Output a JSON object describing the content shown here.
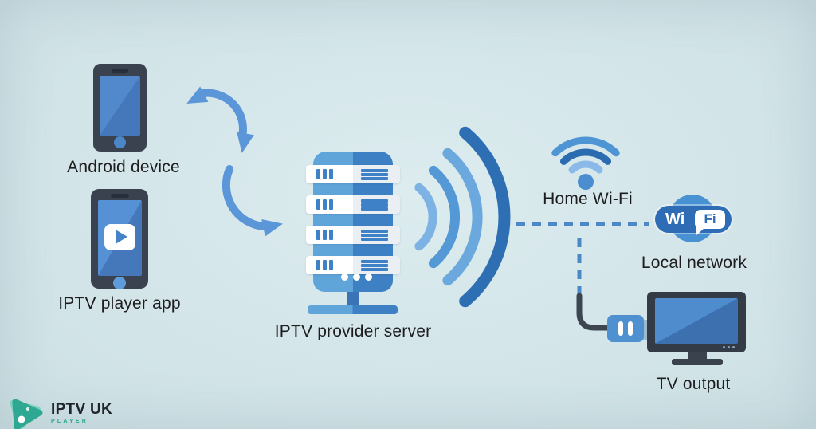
{
  "canvas": {
    "bg": "#d3e5e9"
  },
  "nodes": [
    {
      "id": "android-device",
      "label": "Android device"
    },
    {
      "id": "iptv-player-app",
      "label": "IPTV player app"
    },
    {
      "id": "iptv-provider-server",
      "label": "IPTV provider server"
    },
    {
      "id": "home-wifi",
      "label": "Home Wi-Fi"
    },
    {
      "id": "local-network",
      "label": "Local network"
    },
    {
      "id": "tv-output",
      "label": "TV output"
    }
  ],
  "wifi_badge": {
    "wi": "Wi",
    "fi": "Fi"
  },
  "logo": {
    "title": "IPTV UK",
    "subtitle": "PLAYER"
  },
  "connections": [
    {
      "from": "android-device / iptv-player-app",
      "to": "iptv-provider-server",
      "style": "curved double arrows"
    },
    {
      "from": "iptv-provider-server",
      "to": "home-wifi",
      "style": "wireless signal arcs then dashed line"
    },
    {
      "from": "home-wifi",
      "to": "local-network",
      "style": "dashed line to Wi-Fi badge"
    },
    {
      "from": "home-wifi",
      "to": "tv-output",
      "style": "dashed line into cable connector"
    }
  ],
  "colors": {
    "arrow": "#5b97d8",
    "dash": "#4a88c8",
    "cable": "#3d4550",
    "signal": [
      "#7db2e4",
      "#5498d6",
      "#6ba8de",
      "#2e6fb4"
    ],
    "wifi_inner": "#8cbae8",
    "wifi_middle": "#2b6cb0",
    "wifi_outer": "#5095d3",
    "wifi_dot": "#4a8ecf",
    "connector_blue": "#4e90d0",
    "logo_teal": "#2ea893"
  },
  "icons": [
    "smartphone-icon",
    "smartphone-play-icon",
    "server-icon",
    "signal-waves-icon",
    "wifi-icon",
    "wifi-badge-icon",
    "monitor-icon",
    "hdmi-connector-icon",
    "play-logo-icon"
  ]
}
